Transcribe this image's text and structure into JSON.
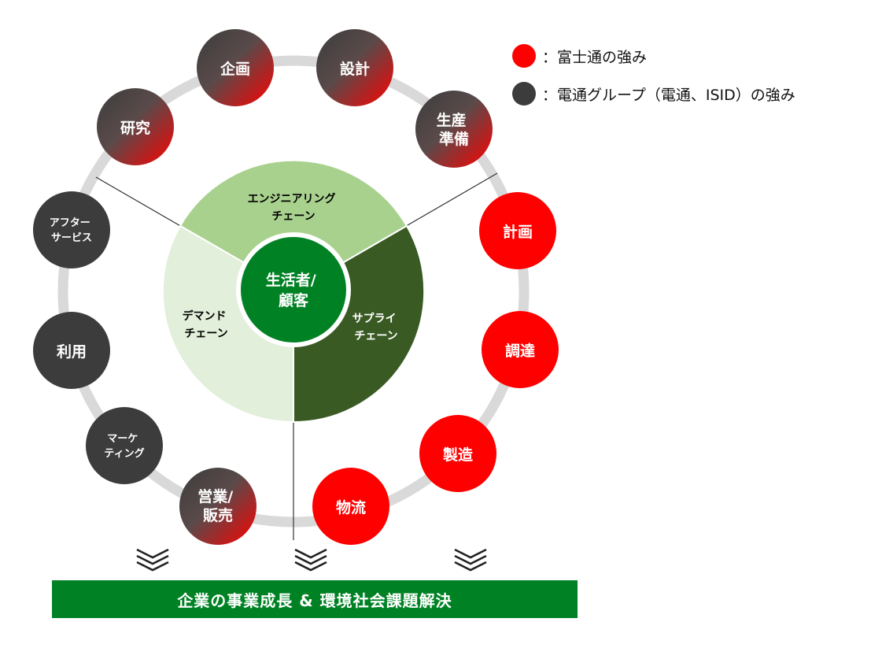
{
  "colors": {
    "fujitsu_red": "#ff0000",
    "dentsu_dark": "#3c3c3c",
    "ring_gray": "#d9d9d9",
    "engineering_green": "#a9d18e",
    "demand_green": "#e2efda",
    "supply_green": "#3a5a24",
    "center_green": "#008224"
  },
  "legend": {
    "fujitsu": {
      "label": "：富士通の強み",
      "color": "#ff0000"
    },
    "dentsu": {
      "label": "：電通グループ（電通、ISID）の強み",
      "color": "#3c3c3c"
    }
  },
  "center": {
    "lines": [
      "生活者/",
      "顧客"
    ]
  },
  "sectors": {
    "engineering": {
      "lines": [
        "エンジニアリング",
        "チェーン"
      ]
    },
    "demand": {
      "lines": [
        "デマンド",
        "チェーン"
      ]
    },
    "supply": {
      "lines": [
        "サプライ",
        "チェーン"
      ]
    }
  },
  "nodes": {
    "kikaku": {
      "lines": [
        "企画"
      ],
      "style": "mixed"
    },
    "sekkei": {
      "lines": [
        "設計"
      ],
      "style": "mixed"
    },
    "seisan": {
      "lines": [
        "生産",
        "準備"
      ],
      "style": "mixed"
    },
    "keikaku": {
      "lines": [
        "計画"
      ],
      "style": "fujitsu"
    },
    "chotatsu": {
      "lines": [
        "調達"
      ],
      "style": "fujitsu"
    },
    "seizo": {
      "lines": [
        "製造"
      ],
      "style": "fujitsu"
    },
    "butsuryu": {
      "lines": [
        "物流"
      ],
      "style": "fujitsu"
    },
    "eigyo": {
      "lines": [
        "営業/",
        "販売"
      ],
      "style": "mixed"
    },
    "marketing": {
      "lines": [
        "マーケ",
        "ティング"
      ],
      "style": "dentsu"
    },
    "riyo": {
      "lines": [
        "利用"
      ],
      "style": "dentsu"
    },
    "after_service": {
      "lines": [
        "アフター",
        "サービス"
      ],
      "style": "dentsu"
    },
    "kenkyu": {
      "lines": [
        "研究"
      ],
      "style": "mixed"
    }
  },
  "banner": {
    "text": "企業の事業成長 & 環境社会課題解決"
  }
}
